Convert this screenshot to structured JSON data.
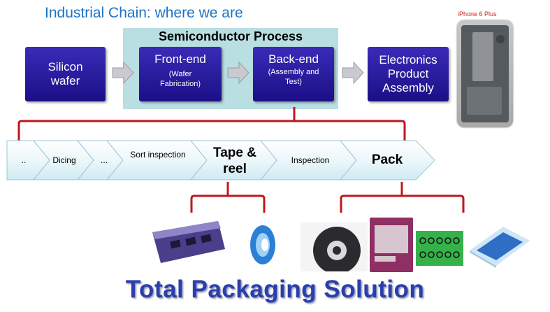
{
  "header": {
    "title": "Industrial Chain: where we are"
  },
  "semiconductor": {
    "title": "Semiconductor Process"
  },
  "boxes": {
    "silicon": {
      "label": "Silicon wafer"
    },
    "frontend": {
      "label": "Front-end",
      "sub": "(Wafer Fabrication)"
    },
    "backend": {
      "label": "Back-end",
      "sub": "(Assembly and Test)"
    },
    "electronics": {
      "label": "Electronics Product Assembly"
    }
  },
  "phone": {
    "caption": "iPhone 6 Plus"
  },
  "chain": {
    "steps": [
      {
        "label": "..",
        "emphasis": false
      },
      {
        "label": "Dicing",
        "emphasis": false
      },
      {
        "label": "...",
        "emphasis": false
      },
      {
        "label": "Sort inspection",
        "emphasis": false
      },
      {
        "label": "Tape & reel",
        "emphasis": true
      },
      {
        "label": "Inspection",
        "emphasis": false
      },
      {
        "label": "Pack",
        "emphasis": true
      }
    ]
  },
  "footer": {
    "text": "Total Packaging Solution"
  },
  "colors": {
    "title": "#1a73c6",
    "box": "#22138f",
    "panel": "#b9dfe2",
    "bracket": "#c0171d",
    "footer": "#2b3fa8"
  }
}
